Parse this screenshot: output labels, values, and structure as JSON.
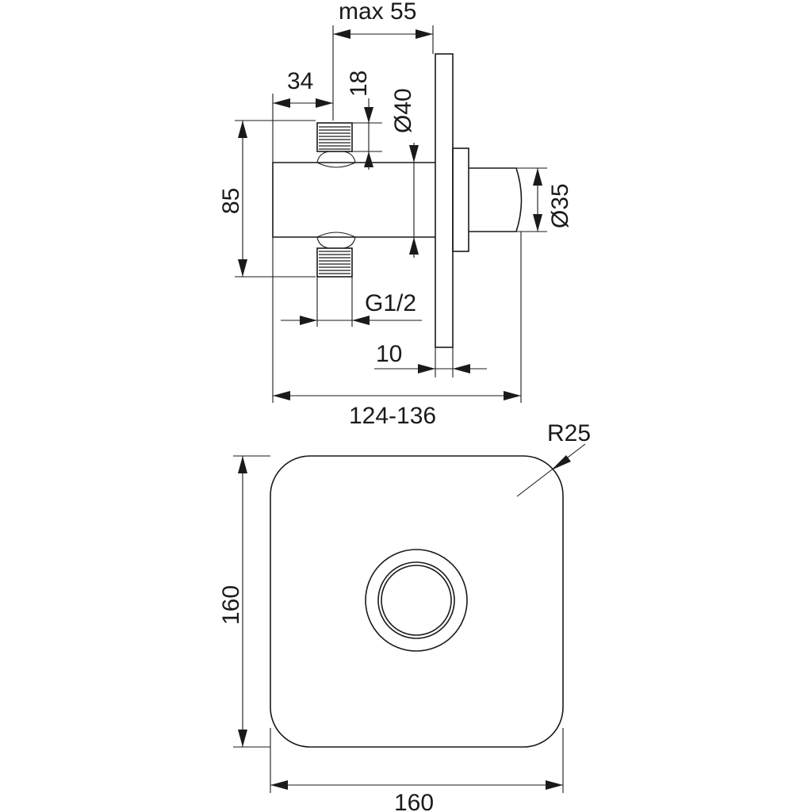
{
  "side_view": {
    "dim_max": "max 55",
    "dim_34": "34",
    "dim_18": "18",
    "dim_d40": "Ø40",
    "dim_85": "85",
    "dim_d35": "Ø35",
    "dim_thread": "G1/2",
    "dim_10": "10",
    "dim_length": "124-136"
  },
  "front_view": {
    "dim_radius": "R25",
    "dim_height": "160",
    "dim_width": "160"
  }
}
